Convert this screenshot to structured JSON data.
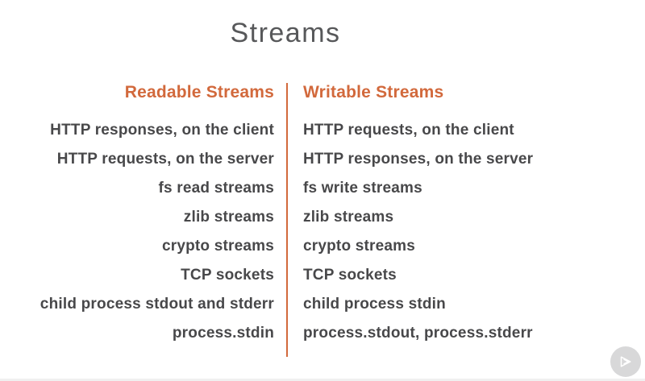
{
  "slide": {
    "title": "Streams",
    "columns": [
      {
        "id": "readable",
        "header": "Readable Streams",
        "items": [
          "HTTP responses, on the client",
          "HTTP requests, on the server",
          "fs read streams",
          "zlib streams",
          "crypto streams",
          "TCP sockets",
          "child process stdout and stderr",
          "process.stdin"
        ]
      },
      {
        "id": "writable",
        "header": "Writable Streams",
        "items": [
          "HTTP requests, on the client",
          "HTTP responses, on the server",
          "fs write streams",
          "zlib streams",
          "crypto streams",
          "TCP sockets",
          "child process stdin",
          "process.stdout, process.stderr"
        ]
      }
    ]
  },
  "branding": {
    "logo_icon": "pluralsight-play-forward-icon"
  },
  "colors": {
    "accent_orange": "#d2693c",
    "title_gray": "#57585a",
    "body_gray": "#48484a",
    "logo_circle_gray": "#d8d8d9",
    "bottom_strip_gray": "#f0f0f0"
  }
}
